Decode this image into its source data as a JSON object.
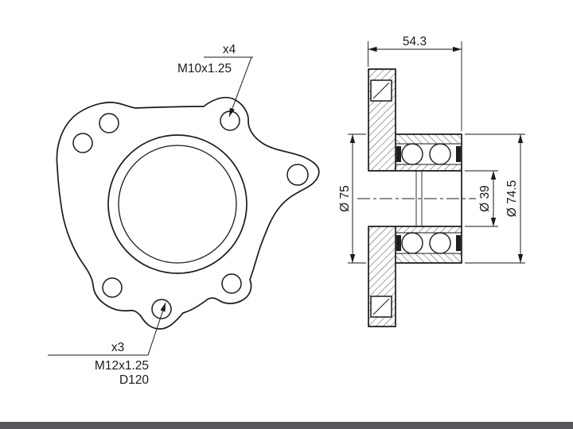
{
  "front_view": {
    "callout_top": {
      "count": "x4",
      "thread": "M10x1.25"
    },
    "callout_bottom": {
      "count": "x3",
      "thread": "M12x1.25",
      "pcd": "D120"
    }
  },
  "section_view": {
    "dim_width": "54.3",
    "dim_flange": "Ø 75",
    "dim_bore": "Ø 39",
    "dim_outer": "Ø 74.5"
  },
  "colors": {
    "line": "#1a1a1a",
    "background": "#ffffff",
    "bottom_bar": "#57585b"
  }
}
